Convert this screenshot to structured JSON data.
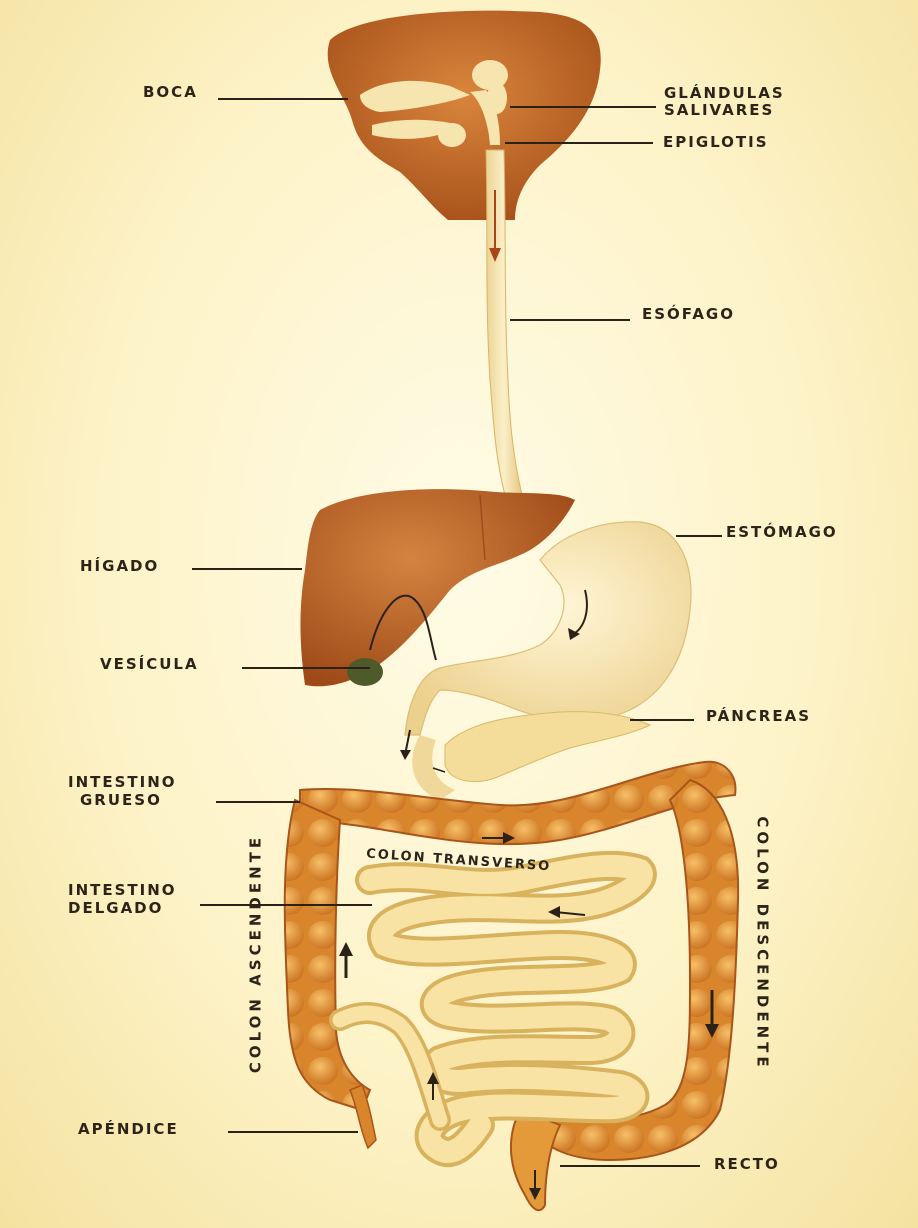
{
  "labels": {
    "boca": "BOCA",
    "glandulas_1": "GLÁNDULAS",
    "glandulas_2": "SALIVARES",
    "epiglotis": "EPIGLOTIS",
    "esofago": "ESÓFAGO",
    "estomago": "ESTÓMAGO",
    "higado": "HÍGADO",
    "vesicula": "VESÍCULA",
    "pancreas": "PÁNCREAS",
    "int_grueso_1": "INTESTINO",
    "int_grueso_2": "GRUESO",
    "colon_transverso": "COLON TRANSVERSO",
    "int_delgado_1": "INTESTINO",
    "int_delgado_2": "DELGADO",
    "colon_ascendente": "COLON ASCENDENTE",
    "colon_descendente": "COLON DESCENDENTE",
    "apendice": "APÉNDICE",
    "recto": "RECTO"
  },
  "colors": {
    "background": "#fbf1c4",
    "organ_dark": "#b25a1e",
    "organ_light": "#f5e0a6",
    "intestine": "#e59a3a",
    "ink": "#2a2218"
  }
}
